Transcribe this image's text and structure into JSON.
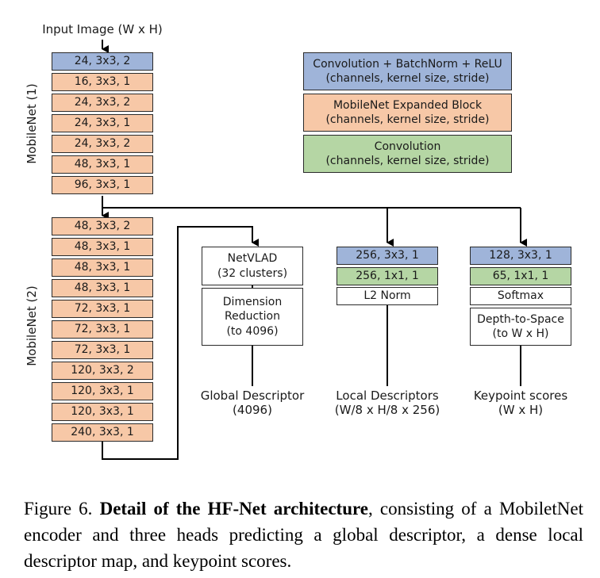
{
  "input_label": "Input Image (W x H)",
  "encoder1_label": "MobileNet (1)",
  "encoder2_label": "MobileNet (2)",
  "encoder1_layers": [
    "24, 3x3, 2",
    "16, 3x3, 1",
    "24, 3x3, 2",
    "24, 3x3, 1",
    "24, 3x3, 2",
    "48, 3x3, 1",
    "96, 3x3, 1"
  ],
  "encoder2_layers": [
    "48, 3x3, 2",
    "48, 3x3, 1",
    "48, 3x3, 1",
    "48, 3x3, 1",
    "72, 3x3, 1",
    "72, 3x3, 1",
    "72, 3x3, 1",
    "120, 3x3, 2",
    "120, 3x3, 1",
    "120, 3x3, 1",
    "240, 3x3, 1"
  ],
  "legend": [
    {
      "title": "Convolution + BatchNorm + ReLU",
      "sub": "(channels, kernel size, stride)",
      "color": "#9fb4d9"
    },
    {
      "title": "MobileNet Expanded Block",
      "sub": "(channels, kernel size, stride)",
      "color": "#f7c8a7"
    },
    {
      "title": "Convolution",
      "sub": "(channels, kernel size, stride)",
      "color": "#b5d6a4"
    }
  ],
  "global_head": {
    "netvlad": [
      "NetVLAD",
      "(32 clusters)"
    ],
    "dimred": [
      "Dimension",
      "Reduction",
      "(to 4096)"
    ],
    "output": [
      "Global Descriptor",
      "(4096)"
    ]
  },
  "local_head": {
    "conv1": "256, 3x3, 1",
    "conv2": "256, 1x1, 1",
    "norm": "L2 Norm",
    "output": [
      "Local Descriptors",
      "(W/8 x H/8 x 256)"
    ]
  },
  "keypoint_head": {
    "conv1": "128, 3x3, 1",
    "conv2": "65, 1x1, 1",
    "softmax": "Softmax",
    "d2s": [
      "Depth-to-Space",
      "(to W x H)"
    ],
    "output": [
      "Keypoint scores",
      "(W x H)"
    ]
  },
  "caption": {
    "prefix": "Figure 6. ",
    "bold": "Detail of the HF-Net architecture",
    "rest": ", consisting of a MobiletNet encoder and three heads predicting a global descriptor, a dense local descriptor map, and keypoint scores."
  }
}
